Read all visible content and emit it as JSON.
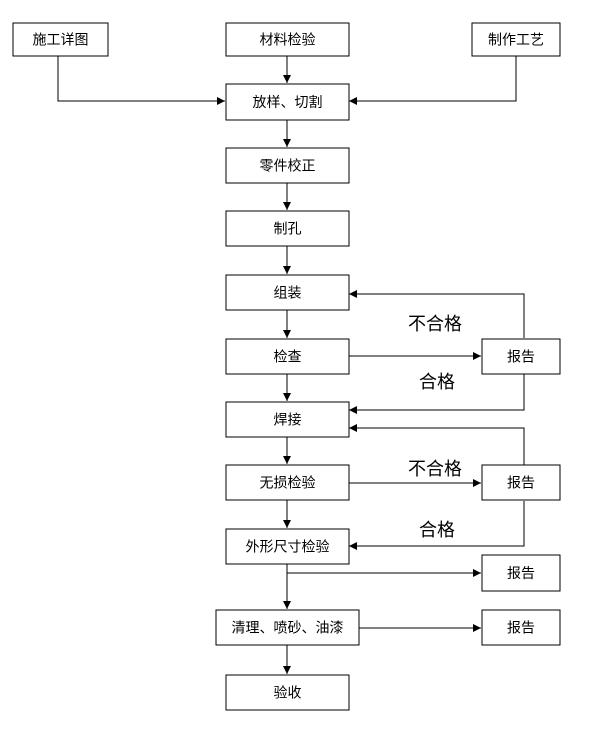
{
  "nodes": {
    "detail_drawing": "施工详图",
    "material_inspection": "材料检验",
    "fabrication_process": "制作工艺",
    "layout_cutting": "放样、切割",
    "part_correction": "零件校正",
    "drilling": "制孔",
    "assembly": "组装",
    "inspection": "检查",
    "report_1": "报告",
    "welding": "焊接",
    "ndt_inspection": "无损检验",
    "report_2": "报告",
    "dimension_inspection": "外形尺寸检验",
    "report_3": "报告",
    "cleaning_painting": "清理、喷砂、油漆",
    "report_4": "报告",
    "acceptance": "验收"
  },
  "edge_labels": {
    "fail_1": "不合格",
    "pass_1": "合格",
    "fail_2": "不合格",
    "pass_2": "合格"
  },
  "colors": {
    "stroke": "#000000",
    "background": "#ffffff"
  }
}
